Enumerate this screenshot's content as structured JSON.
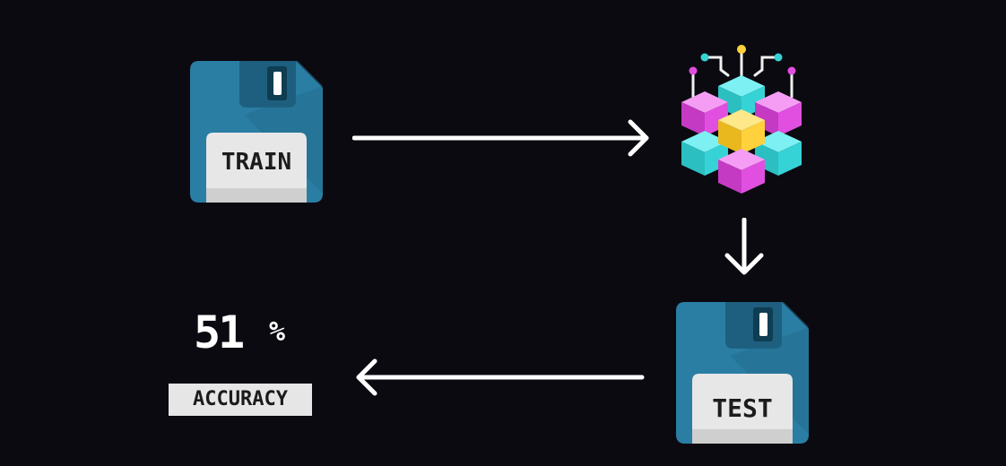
{
  "train_disk": {
    "label": "TRAIN"
  },
  "test_disk": {
    "label": "TEST"
  },
  "result": {
    "value": "51",
    "unit": "%",
    "label": "ACCURACY"
  },
  "icons": {
    "train": "floppy-disk-icon",
    "model": "neural-cube-cluster-icon",
    "test": "floppy-disk-icon"
  },
  "colors": {
    "background": "#0b0a10",
    "disk_blue": "#2a7ea4",
    "disk_dark": "#1e5f7f",
    "cube_magenta": "#e14fe0",
    "cube_cyan": "#36d3d6",
    "cube_yellow": "#ffd23d",
    "arrow": "#ffffff"
  }
}
